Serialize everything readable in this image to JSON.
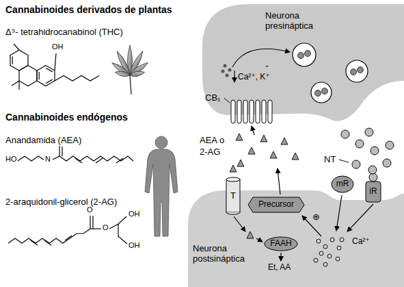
{
  "diagram": {
    "nodes": [
      {
        "text": [
          "Neurona presináptica"
        ]
      },
      {
        "text": [
          "Neurona postsináptica"
        ]
      },
      {
        "text": [
          "T"
        ],
        "in": 1
      },
      {
        "text": [
          "Precursor"
        ],
        "in": 1
      },
      {
        "text": [
          "mR"
        ],
        "in": 1
      },
      {
        "text": [
          "iR"
        ],
        "in": 1
      },
      {
        "text": [
          "FAAH"
        ],
        "in": 1
      }
    ],
    "labels": [
      "Cannabinoides derivados de plantas",
      "Δ⁹- tetrahidrocanabinol (THC)",
      "OH",
      "Cannabinoides endógenos",
      "Anandamida (AEA)",
      "HO",
      "N",
      "2-araquidonil-glicerol (2-AG)",
      "O",
      "O",
      "OH",
      "OH",
      "CB₁",
      "Ca²⁺, K⁺",
      "-",
      "NT",
      "AEA o",
      "2-AG",
      "⊕",
      "Ca²⁺",
      "Et, AA"
    ]
  }
}
